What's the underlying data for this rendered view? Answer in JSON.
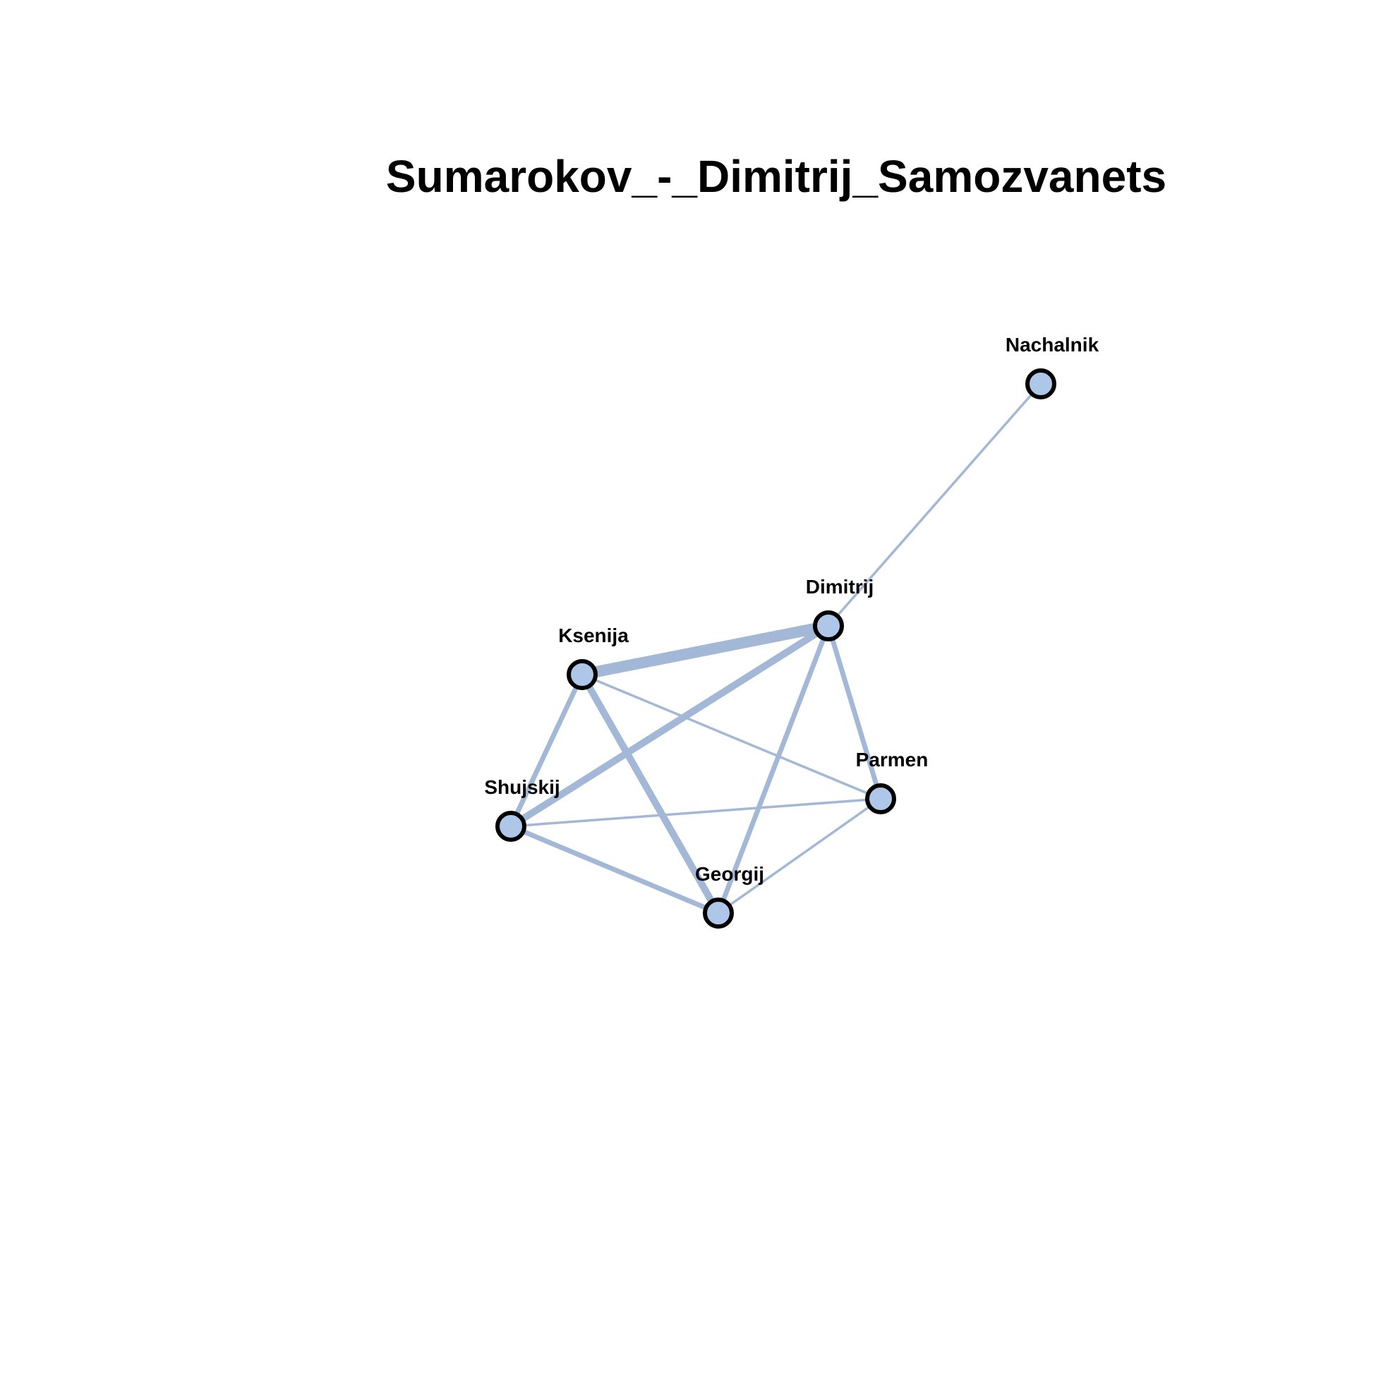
{
  "title": "Sumarokov_-_Dimitrij_Samozvanets",
  "colors": {
    "edge": "#a3b8d6",
    "node_fill": "#aec6e8",
    "node_stroke": "#000000",
    "text": "#000000",
    "background": "#ffffff"
  },
  "nodes": [
    {
      "id": "Nachalnik",
      "label": "Nachalnik"
    },
    {
      "id": "Dimitrij",
      "label": "Dimitrij"
    },
    {
      "id": "Ksenija",
      "label": "Ksenija"
    },
    {
      "id": "Shujskij",
      "label": "Shujskij"
    },
    {
      "id": "Parmen",
      "label": "Parmen"
    },
    {
      "id": "Georgij",
      "label": "Georgij"
    }
  ],
  "edges": [
    {
      "source": "Nachalnik",
      "target": "Dimitrij",
      "weight": 1
    },
    {
      "source": "Ksenija",
      "target": "Dimitrij",
      "weight": 4
    },
    {
      "source": "Shujskij",
      "target": "Dimitrij",
      "weight": 3
    },
    {
      "source": "Georgij",
      "target": "Dimitrij",
      "weight": 2
    },
    {
      "source": "Parmen",
      "target": "Dimitrij",
      "weight": 2
    },
    {
      "source": "Ksenija",
      "target": "Shujskij",
      "weight": 2
    },
    {
      "source": "Ksenija",
      "target": "Georgij",
      "weight": 3
    },
    {
      "source": "Ksenija",
      "target": "Parmen",
      "weight": 1
    },
    {
      "source": "Shujskij",
      "target": "Georgij",
      "weight": 2
    },
    {
      "source": "Shujskij",
      "target": "Parmen",
      "weight": 1
    },
    {
      "source": "Georgij",
      "target": "Parmen",
      "weight": 1
    }
  ]
}
